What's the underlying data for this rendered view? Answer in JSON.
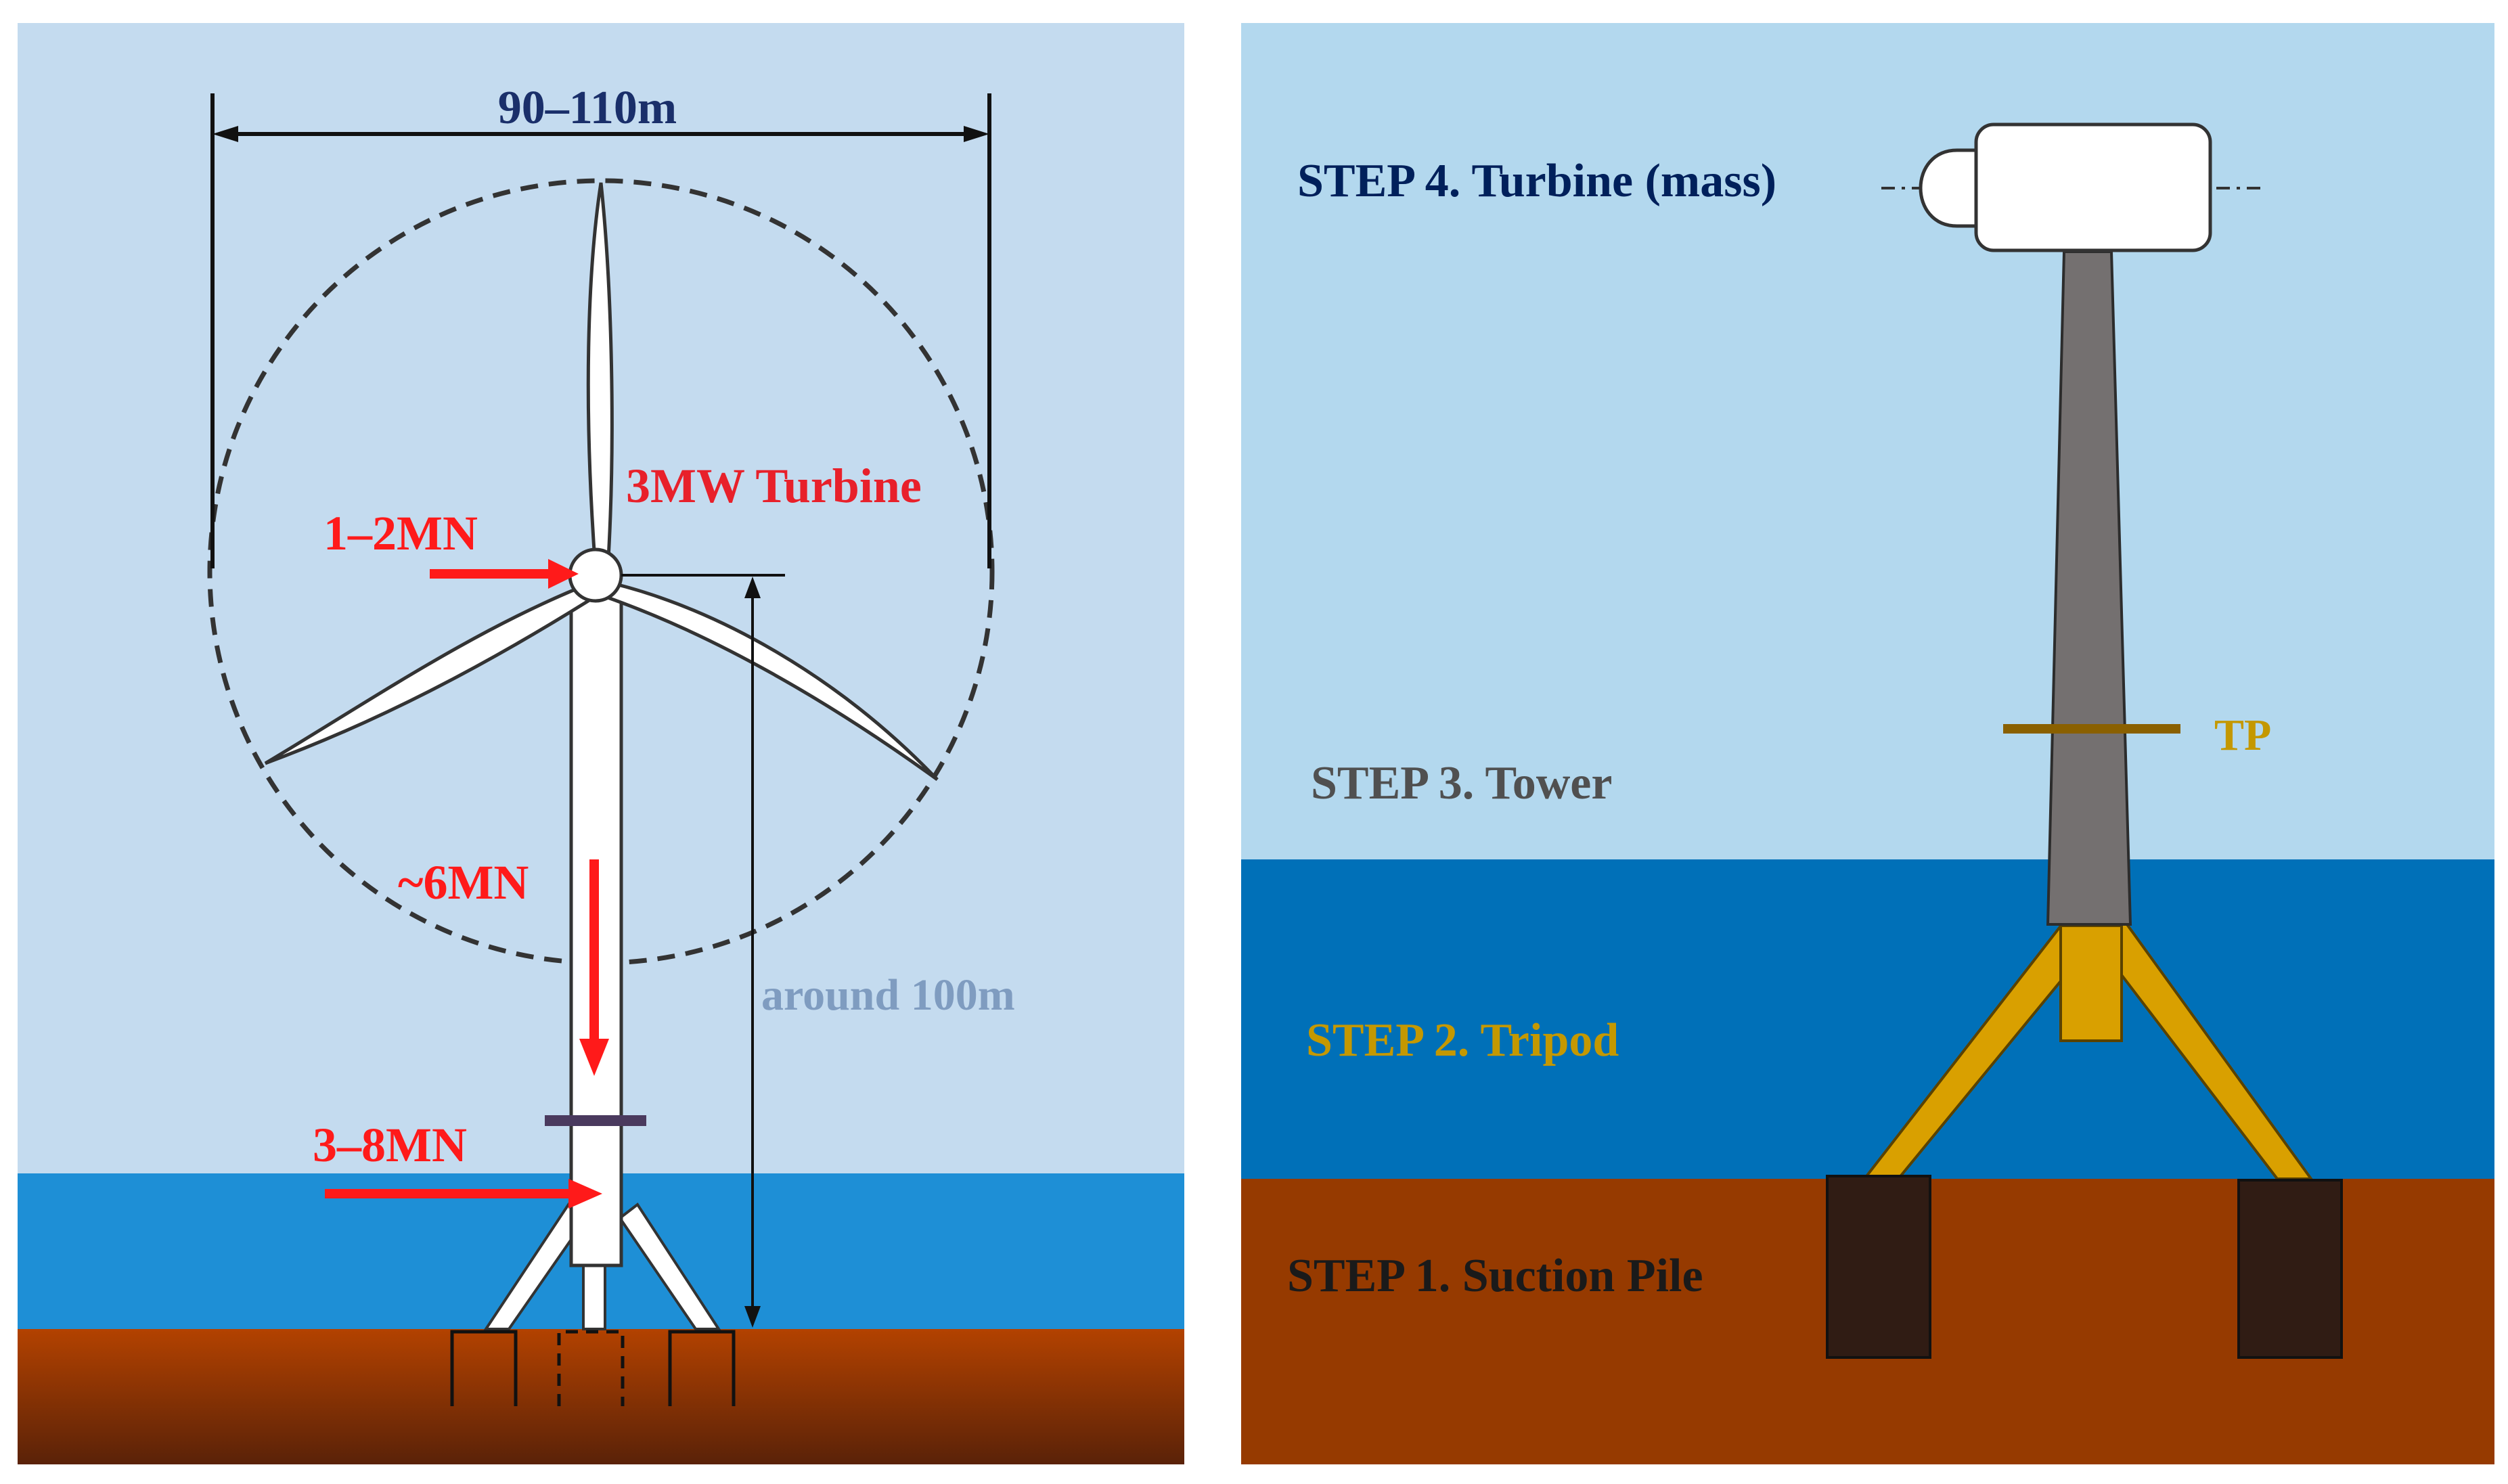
{
  "left_panel": {
    "rotor_diameter_label": "90–110m",
    "turbine_label": "3MW Turbine",
    "hub_load_label": "1–2MN",
    "vertical_load_label": "~6MN",
    "wave_load_label": "3–8MN",
    "height_label": "around 100m"
  },
  "right_panel": {
    "step4_label": "STEP 4. Turbine (mass)",
    "step3_label": "STEP 3. Tower",
    "tp_label": "TP",
    "step2_label": "STEP 2. Tripod",
    "step1_label": "STEP 1. Suction Pile"
  },
  "colors": {
    "sky_left": "#c4dbef",
    "sky_right": "#b3d8ee",
    "sea_left": "#1e8fd6",
    "sea_right": "#0070b8",
    "seabed_left_top": "#b34200",
    "seabed_left_bottom": "#5a2208",
    "seabed_right": "#963a00",
    "load_arrow": "#ff1a1a",
    "turbine_label": "#e8202a",
    "step4_text": "#00205b",
    "step3_text": "#505050",
    "step2_text": "#c49800",
    "step1_text": "#1a1a1a",
    "tp_color": "#8a6000",
    "height_text": "#7f9cc0",
    "tripod_yellow": "#d9a000",
    "tower_gray": "#747070",
    "pile_dark": "#301c14"
  }
}
